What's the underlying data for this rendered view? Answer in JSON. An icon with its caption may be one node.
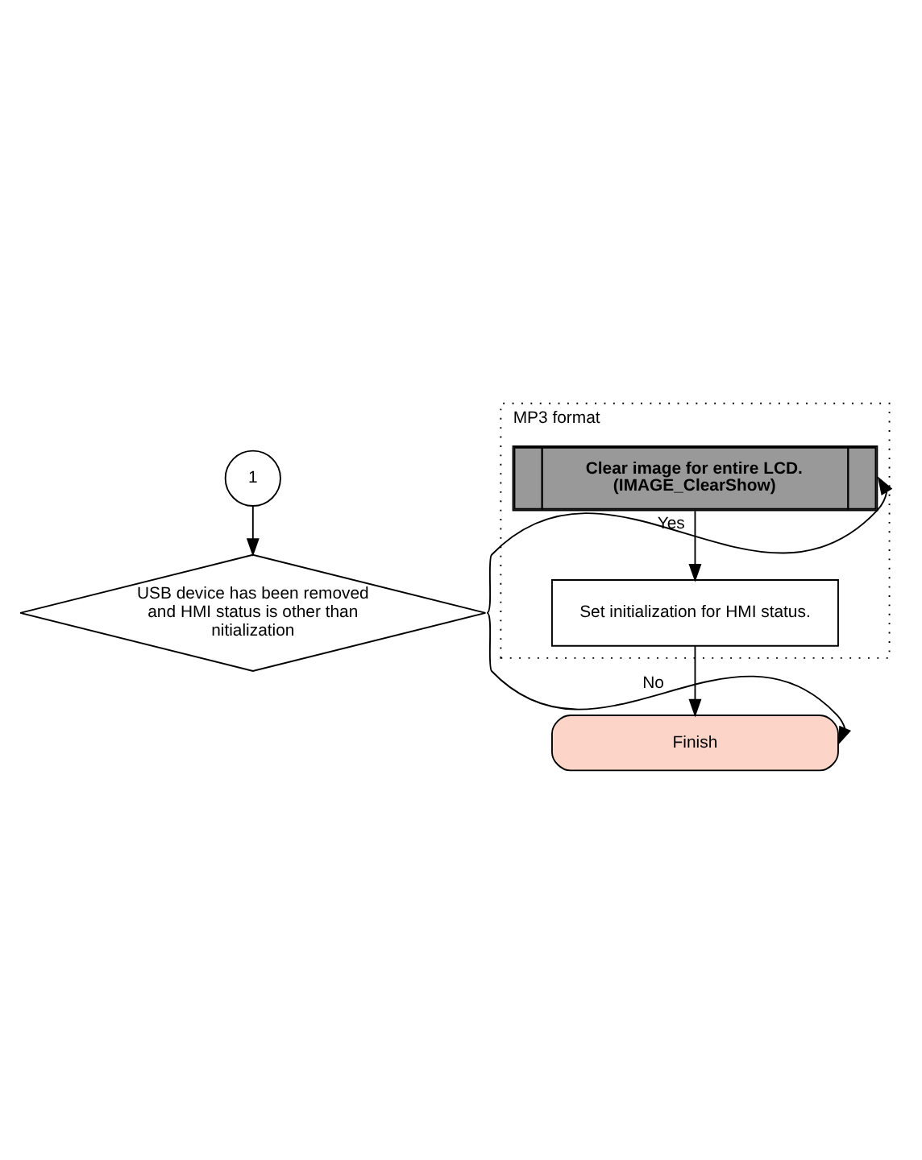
{
  "diagram": {
    "nodes": [
      {
        "text": [
          "1"
        ]
      },
      {
        "text": [
          "USB device has been removed and HMI status is other than nitialization"
        ]
      },
      {
        "text": [
          "MP3 format"
        ]
      },
      {
        "text": [
          "Clear image for entire LCD. (IMAGE_ClearShow)"
        ],
        "in": 2
      },
      {
        "text": [
          "Set initialization for HMI status."
        ],
        "in": 2
      },
      {
        "text": [
          "Finish"
        ]
      }
    ],
    "edges": [
      {
        "from": 0,
        "to": 1,
        "arrow": "to"
      },
      {
        "from": 1,
        "to": 3,
        "arrow": "to",
        "label": "Yes"
      },
      {
        "from": 3,
        "to": 4,
        "arrow": "to"
      },
      {
        "from": 4,
        "to": 5,
        "arrow": "to"
      },
      {
        "from": 1,
        "to": 5,
        "arrow": "to",
        "label": "No"
      }
    ]
  }
}
